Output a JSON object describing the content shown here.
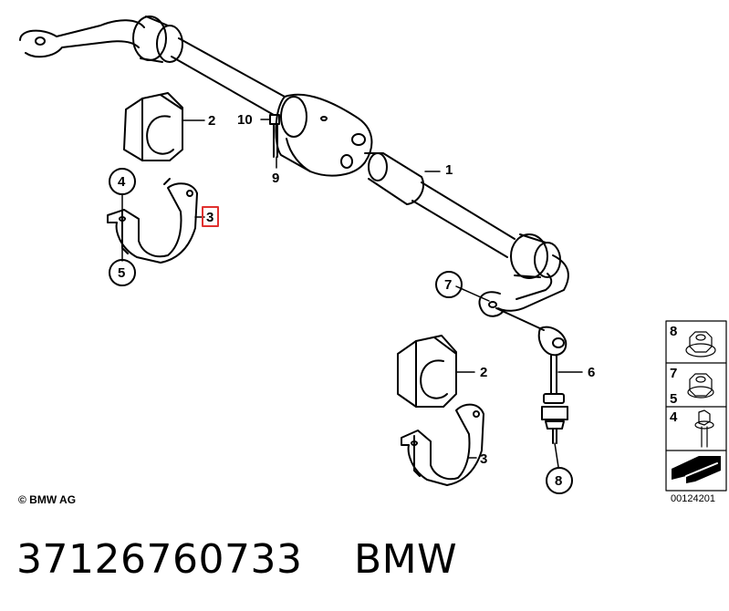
{
  "diagram": {
    "callouts": {
      "c1": "1",
      "c2a": "2",
      "c2b": "2",
      "c3a": "3",
      "c3b": "3",
      "c4": "4",
      "c5": "5",
      "c6": "6",
      "c7": "7",
      "c8": "8",
      "c9": "9",
      "c10": "10"
    },
    "legend": {
      "items": [
        {
          "num": "8",
          "icon": "hex-nut-flanged-icon"
        },
        {
          "num": "7",
          "icon": "hex-nut-icon"
        },
        {
          "num": "5",
          "icon": "hex-nut-icon"
        },
        {
          "num": "4",
          "icon": "hex-bolt-icon"
        }
      ]
    },
    "highlight_color": "#e0312f",
    "copyright": "© BMW AG",
    "diagram_id": "00124201"
  },
  "footer": {
    "part_number": "37126760733",
    "brand": "BMW"
  }
}
